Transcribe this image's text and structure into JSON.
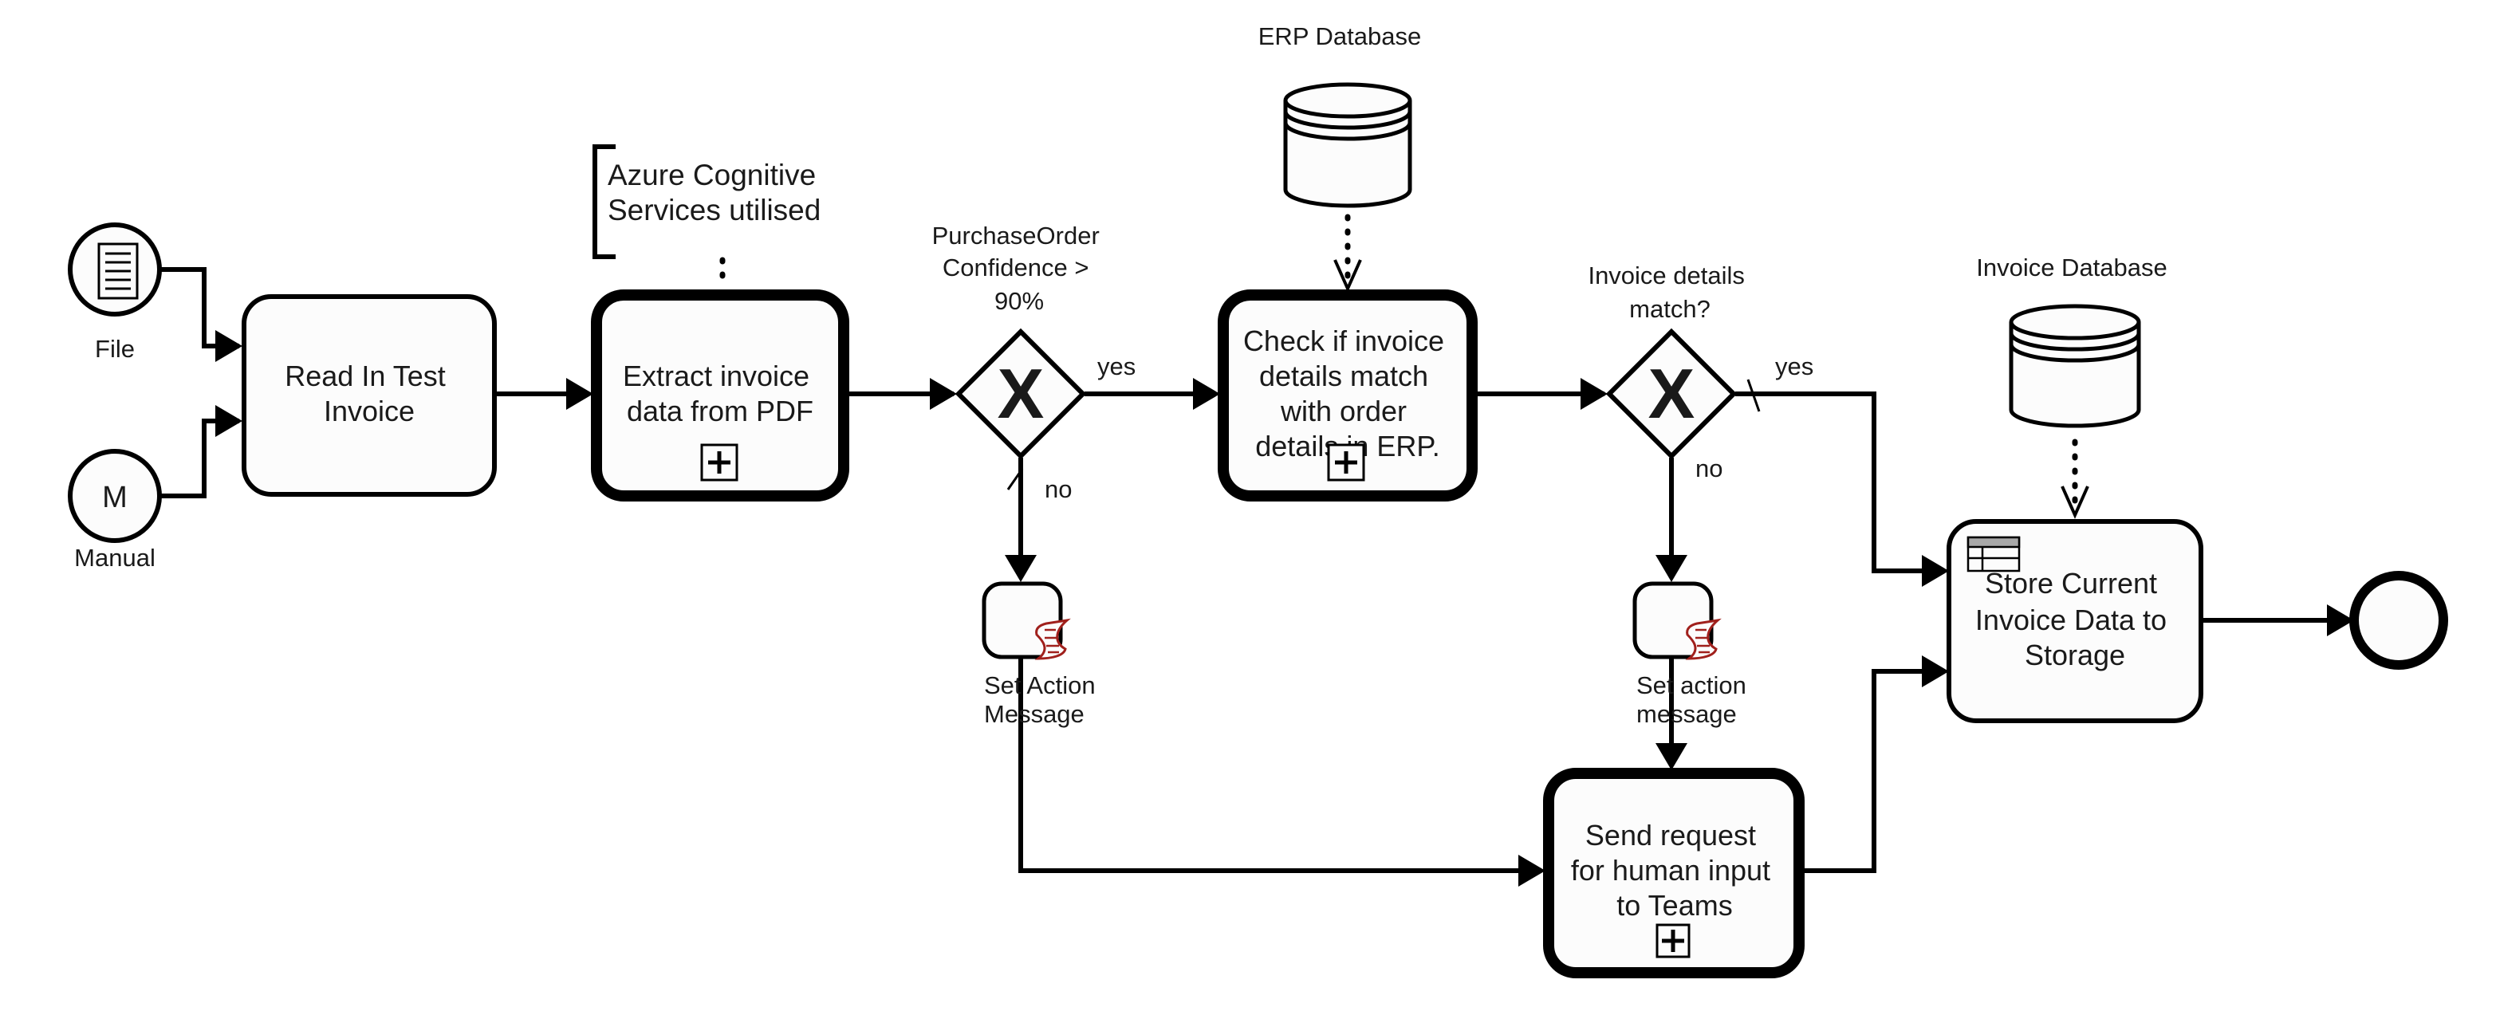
{
  "diagram": {
    "type": "BPMN process",
    "start_events": [
      {
        "id": "file",
        "label": "File",
        "icon": "document-icon"
      },
      {
        "id": "manual",
        "label": "Manual",
        "marker": "M"
      }
    ],
    "tasks": {
      "read": {
        "lines": [
          "Read In Test",
          "Invoice"
        ]
      },
      "extract": {
        "lines": [
          "Extract invoice",
          "data from PDF"
        ],
        "subprocess": true
      },
      "check": {
        "lines": [
          "Check if invoice",
          "details match",
          "with order",
          "details in ERP."
        ],
        "subprocess": true
      },
      "set_action_1": {
        "lines": [
          "Set Action",
          "Message"
        ],
        "marker": "script-icon"
      },
      "set_action_2": {
        "lines": [
          "Set action",
          "message"
        ],
        "marker": "script-icon"
      },
      "send_request": {
        "lines": [
          "Send request",
          "for human input",
          "to Teams"
        ],
        "subprocess": true
      },
      "store": {
        "lines": [
          "Store Current",
          "Invoice Data to",
          "Storage"
        ],
        "marker": "business-rule-table-icon"
      }
    },
    "gateways": {
      "g1": {
        "lines": [
          "PurchaseOrder",
          "Confidence >",
          "90%"
        ],
        "marker": "X",
        "yes": "yes",
        "no": "no"
      },
      "g2": {
        "lines": [
          "Invoice details",
          "match?"
        ],
        "marker": "X",
        "yes": "yes",
        "no": "no"
      }
    },
    "annotation": {
      "lines": [
        "Azure Cognitive",
        "Services utilised"
      ]
    },
    "data_stores": {
      "erp": {
        "label": "ERP Database"
      },
      "invoice": {
        "label": "Invoice Database"
      }
    },
    "end_event": {
      "label": ""
    },
    "colors": {
      "stroke": "#000000",
      "fill": "#fcfcfc",
      "script_marker": "#a0201c",
      "table_header": "#a8a8a8"
    }
  }
}
